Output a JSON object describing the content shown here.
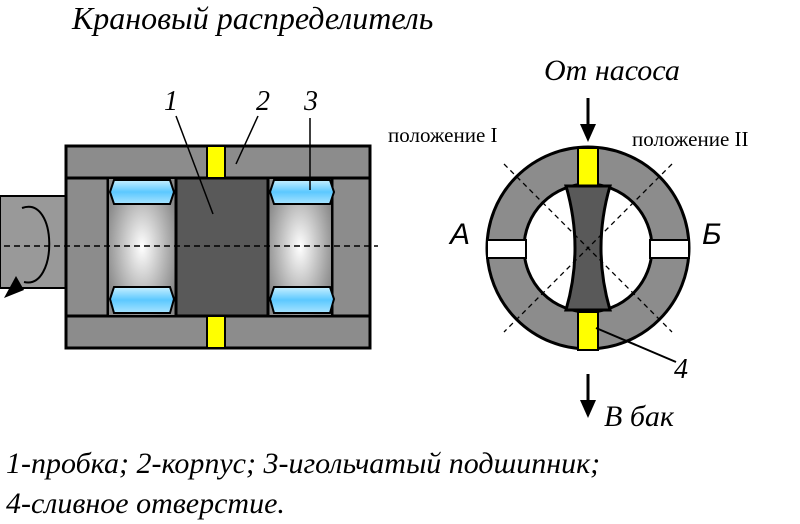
{
  "title": "Крановый распределитель",
  "labels": {
    "part1": "1",
    "part2": "2",
    "part3": "3",
    "part4": "4",
    "from_pump": "От насоса",
    "to_tank": "В бак",
    "position_1": "положение I",
    "position_2": "положение II",
    "port_a": "А",
    "port_b": "Б"
  },
  "legend": {
    "line1": "1-пробка; 2-корпус; 3-игольчатый подшипник;",
    "line2": "4-сливное отверстие."
  },
  "colors": {
    "housing": "#8c8c8c",
    "plug": "#595959",
    "shaft": "#999999",
    "hole": "#ffff00",
    "bearing": "#66ccff",
    "outline": "#000000"
  }
}
